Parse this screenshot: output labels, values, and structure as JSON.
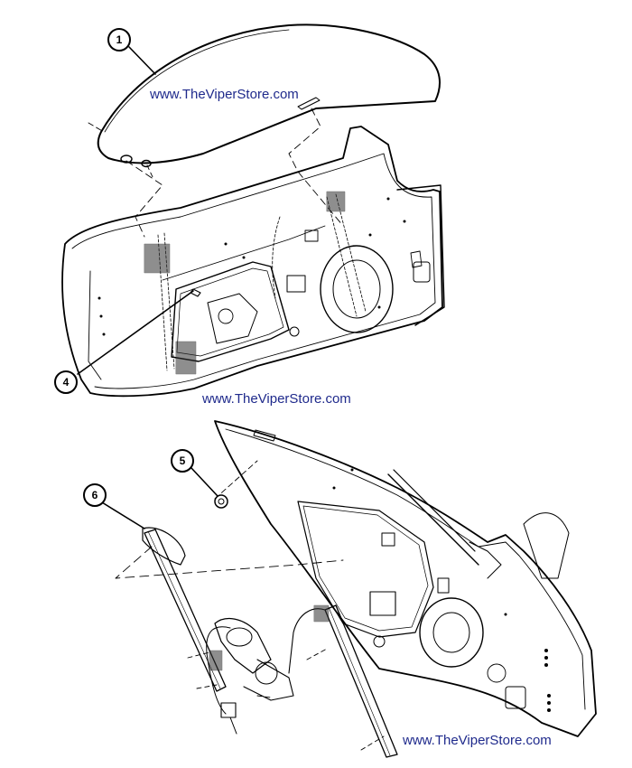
{
  "diagram": {
    "title": "Door window glass and regulator exploded view",
    "watermarks": [
      "www.TheViperStore.com",
      "www.TheViperStore.com",
      "www.TheViperStore.com"
    ],
    "callouts": [
      {
        "id": "1",
        "label": "1",
        "part": "window-glass"
      },
      {
        "id": "4",
        "label": "4",
        "part": "glass-fastener"
      },
      {
        "id": "5",
        "label": "5",
        "part": "nut"
      },
      {
        "id": "6",
        "label": "6",
        "part": "window-regulator"
      }
    ],
    "watermark_color": "#1f2a8c"
  }
}
